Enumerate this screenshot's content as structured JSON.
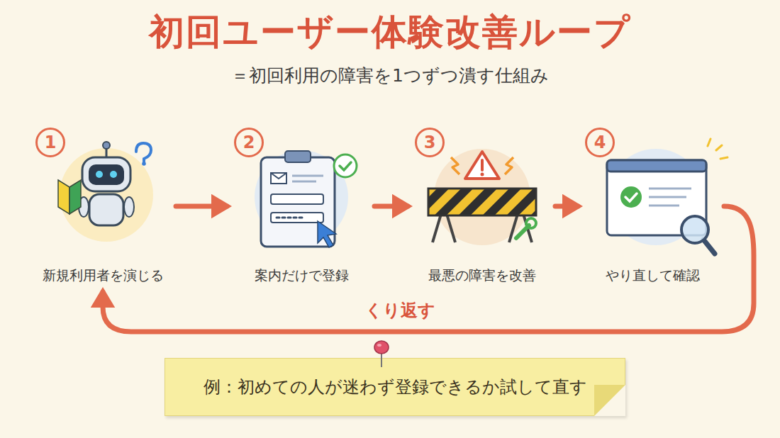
{
  "diagram": {
    "title": "初回ユーザー体験改善ループ",
    "nodes": [
      {
        "text": [
          "1",
          "新規利用者を演じる"
        ]
      },
      {
        "text": [
          "2",
          "案内だけで登録"
        ]
      },
      {
        "text": [
          "3",
          "最悪の障害を改善"
        ]
      },
      {
        "text": [
          "4",
          "やり直して確認"
        ]
      },
      {
        "text": [
          "例：初めての人が迷わず登録できるか試して直す"
        ]
      }
    ],
    "edges": [
      {
        "from": 0,
        "to": 1,
        "arrow": "to"
      },
      {
        "from": 1,
        "to": 2,
        "arrow": "to"
      },
      {
        "from": 2,
        "to": 3,
        "arrow": "to"
      },
      {
        "from": 3,
        "to": 0,
        "label": "くり返す",
        "arrow": "to"
      }
    ],
    "labels": [
      "＝初回利用の障害を1つずつ潰す仕組み"
    ]
  }
}
